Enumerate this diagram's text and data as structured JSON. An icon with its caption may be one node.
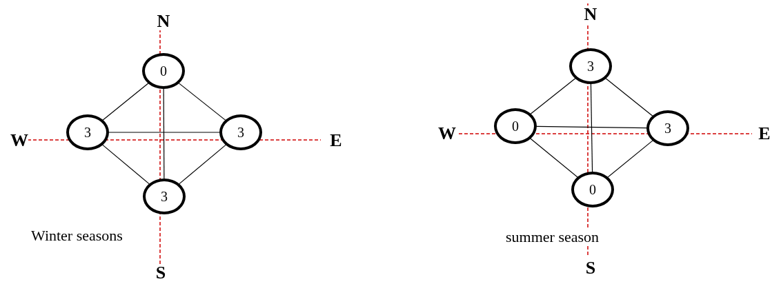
{
  "diagram": {
    "nodes": [
      {
        "text": [
          "0"
        ]
      },
      {
        "text": [
          "3"
        ]
      },
      {
        "text": [
          "3"
        ]
      },
      {
        "text": [
          "3"
        ]
      },
      {
        "text": [
          "3"
        ]
      },
      {
        "text": [
          "0"
        ]
      },
      {
        "text": [
          "3"
        ]
      },
      {
        "text": [
          "0"
        ]
      }
    ],
    "edges": [
      {
        "from": 0,
        "to": 1,
        "arrow": "none"
      },
      {
        "from": 0,
        "to": 2,
        "arrow": "none"
      },
      {
        "from": 1,
        "to": 3,
        "arrow": "none"
      },
      {
        "from": 2,
        "to": 3,
        "arrow": "none"
      },
      {
        "from": 1,
        "to": 2,
        "arrow": "none"
      },
      {
        "from": 0,
        "to": 3,
        "arrow": "none"
      },
      {
        "from": 4,
        "to": 5,
        "arrow": "none"
      },
      {
        "from": 4,
        "to": 6,
        "arrow": "none"
      },
      {
        "from": 5,
        "to": 7,
        "arrow": "none"
      },
      {
        "from": 6,
        "to": 7,
        "arrow": "none"
      },
      {
        "from": 5,
        "to": 6,
        "arrow": "none"
      },
      {
        "from": 4,
        "to": 7,
        "arrow": "none"
      }
    ],
    "labels": [
      "N",
      "N",
      "W",
      "E",
      "W",
      "E",
      "Winter seasons",
      "summer season",
      "S",
      "S"
    ]
  }
}
